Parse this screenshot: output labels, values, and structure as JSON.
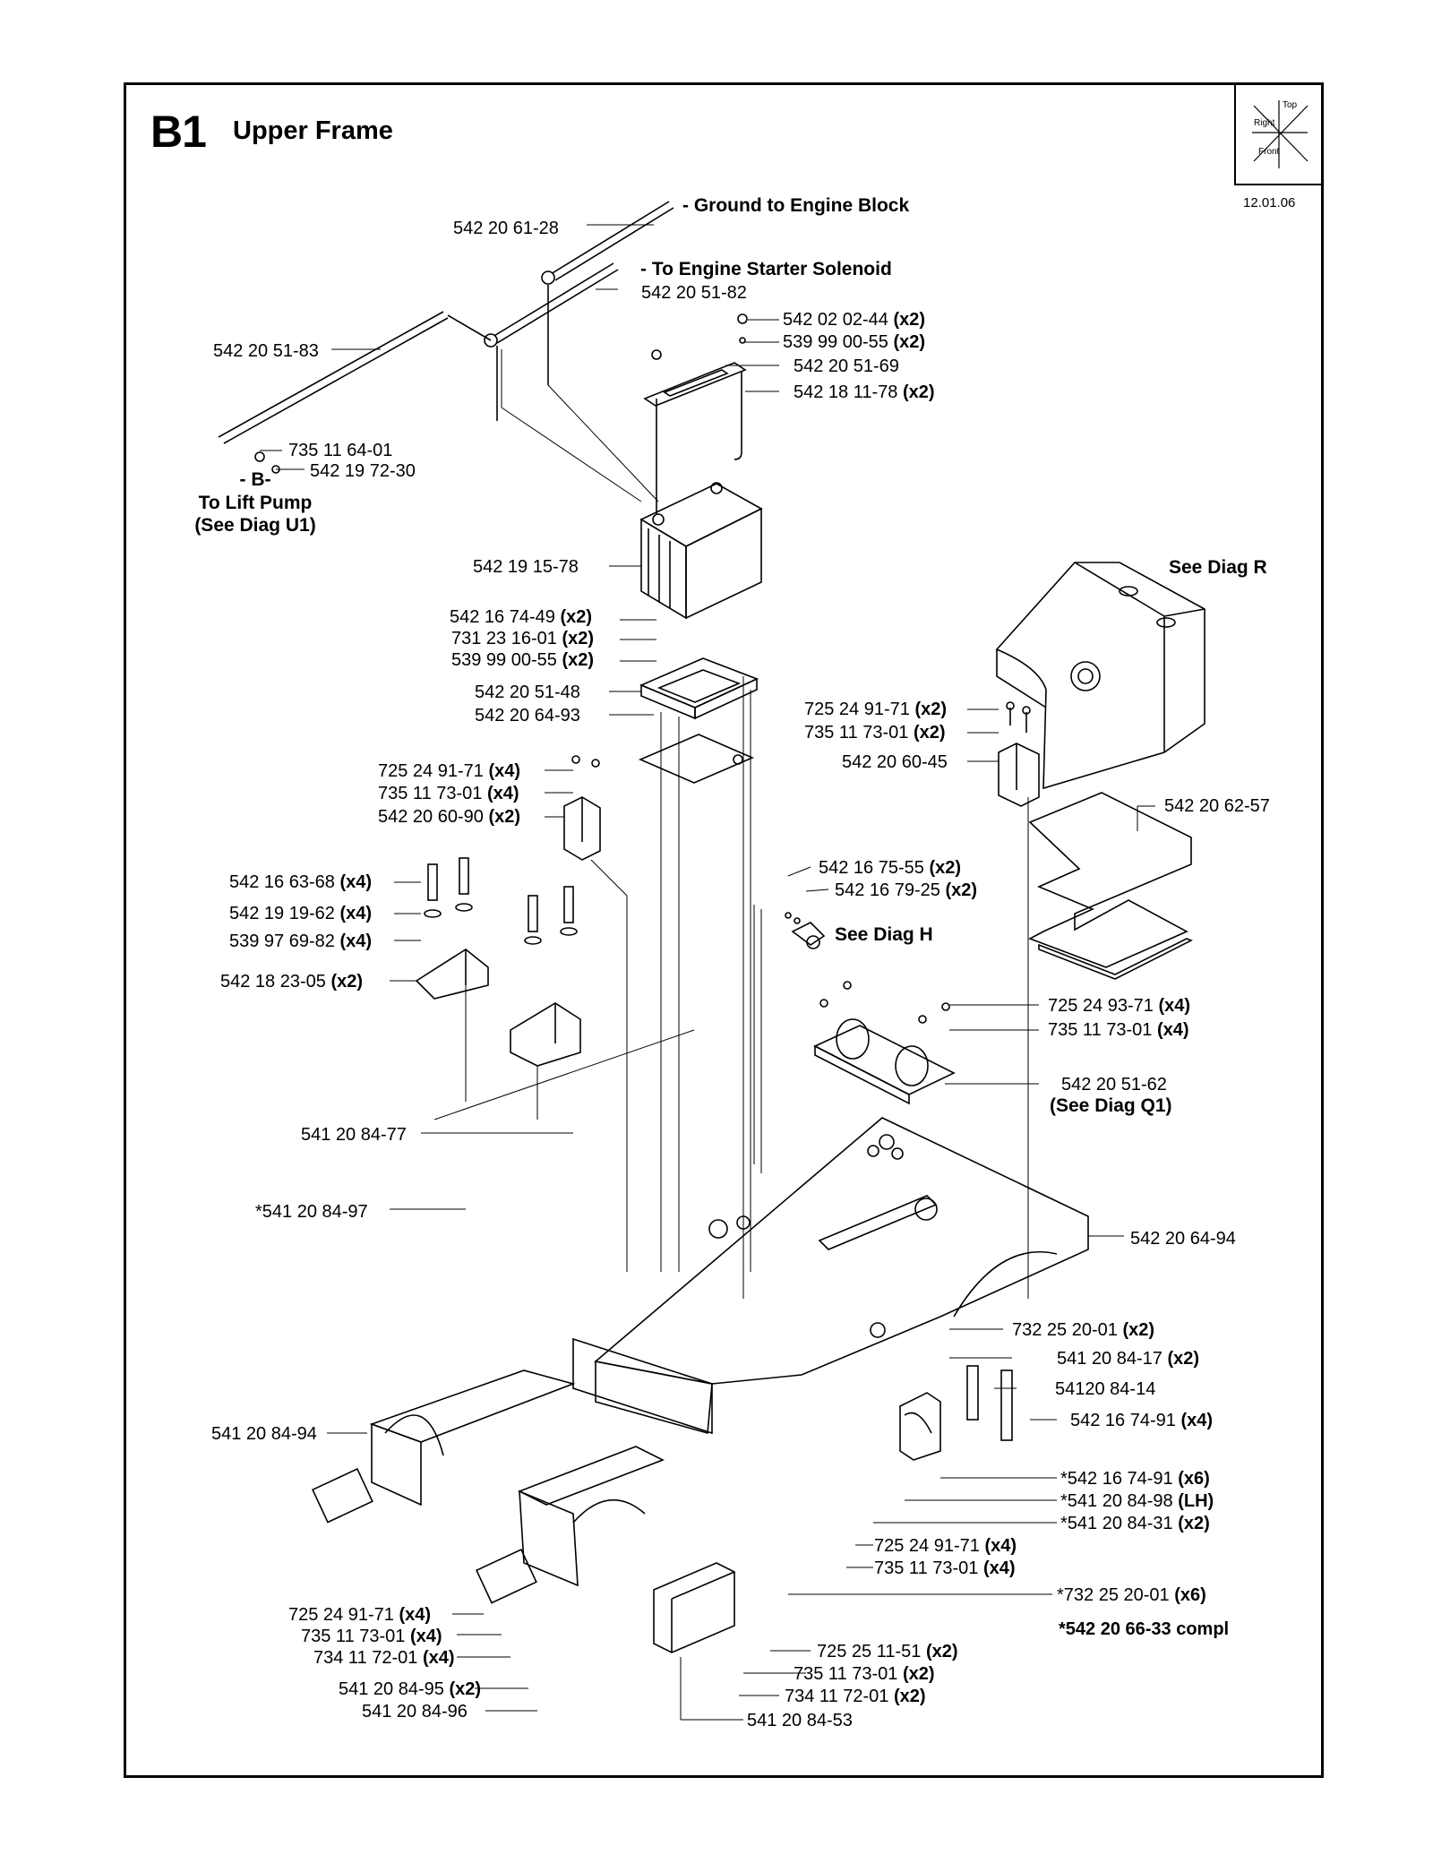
{
  "header": {
    "code": "B1",
    "title": "Upper Frame",
    "date": "12.01.06"
  },
  "orientation": {
    "top": "Top",
    "right": "Right",
    "front": "Front"
  },
  "callouts": {
    "ground_engine": "- Ground to Engine Block",
    "to_starter": "- To Engine Starter Solenoid",
    "b_marker": "- B-",
    "to_lift_pump": "To Lift Pump",
    "see_diag_u1": "(See Diag U1)",
    "see_diag_r": "See Diag R",
    "see_diag_h": "See Diag H",
    "see_diag_q1": "(See Diag Q1)",
    "compl_note": "*542 20 66-33 compl"
  },
  "labels": [
    {
      "part": "542 20 61-28",
      "qty": ""
    },
    {
      "part": "542 20 51-82",
      "qty": ""
    },
    {
      "part": "542 20 51-83",
      "qty": ""
    },
    {
      "part": "542 02 02-44",
      "qty": "(x2)"
    },
    {
      "part": "539 99 00-55",
      "qty": "(x2)"
    },
    {
      "part": "542 20 51-69",
      "qty": ""
    },
    {
      "part": "542 18 11-78",
      "qty": "(x2)"
    },
    {
      "part": "735 11 64-01",
      "qty": ""
    },
    {
      "part": "542 19 72-30",
      "qty": ""
    },
    {
      "part": "542 19 15-78",
      "qty": ""
    },
    {
      "part": "542 16 74-49",
      "qty": "(x2)"
    },
    {
      "part": "731 23 16-01",
      "qty": "(x2)"
    },
    {
      "part": "539 99 00-55",
      "qty": "(x2)"
    },
    {
      "part": "542 20 51-48",
      "qty": ""
    },
    {
      "part": "542 20 64-93",
      "qty": ""
    },
    {
      "part": "725 24 91-71",
      "qty": "(x2)"
    },
    {
      "part": "735 11 73-01",
      "qty": "(x2)"
    },
    {
      "part": "542 20 60-45",
      "qty": ""
    },
    {
      "part": "542 20 62-57",
      "qty": ""
    },
    {
      "part": "725 24 91-71",
      "qty": "(x4)"
    },
    {
      "part": "735 11 73-01",
      "qty": "(x4)"
    },
    {
      "part": "542 20 60-90",
      "qty": "(x2)"
    },
    {
      "part": "542 16 63-68",
      "qty": "(x4)"
    },
    {
      "part": "542 19 19-62",
      "qty": "(x4)"
    },
    {
      "part": "539 97 69-82",
      "qty": "(x4)"
    },
    {
      "part": "542 18 23-05",
      "qty": "(x2)"
    },
    {
      "part": "542 16 75-55",
      "qty": "(x2)"
    },
    {
      "part": "542 16 79-25",
      "qty": "(x2)"
    },
    {
      "part": "725 24 93-71",
      "qty": "(x4)"
    },
    {
      "part": "735 11 73-01",
      "qty": "(x4)"
    },
    {
      "part": "542 20 51-62",
      "qty": ""
    },
    {
      "part": "541 20 84-77",
      "qty": ""
    },
    {
      "part": "*541 20 84-97",
      "qty": ""
    },
    {
      "part": "542 20 64-94",
      "qty": ""
    },
    {
      "part": "732 25 20-01",
      "qty": "(x2)"
    },
    {
      "part": "541 20 84-17",
      "qty": "(x2)"
    },
    {
      "part": "54120 84-14",
      "qty": ""
    },
    {
      "part": "542 16 74-91",
      "qty": "(x4)"
    },
    {
      "part": "541 20 84-94",
      "qty": ""
    },
    {
      "part": "*542 16 74-91",
      "qty": "(x6)"
    },
    {
      "part": "*541 20 84-98",
      "qty": "(LH)"
    },
    {
      "part": "*541 20 84-31",
      "qty": "(x2)"
    },
    {
      "part": "725 24 91-71",
      "qty": "(x4)"
    },
    {
      "part": "735 11 73-01",
      "qty": "(x4)"
    },
    {
      "part": "*732 25 20-01",
      "qty": "(x6)"
    },
    {
      "part": "725 24 91-71",
      "qty": "(x4)"
    },
    {
      "part": "735 11 73-01",
      "qty": "(x4)"
    },
    {
      "part": "734 11 72-01",
      "qty": "(x4)"
    },
    {
      "part": "541 20 84-95",
      "qty": "(x2)"
    },
    {
      "part": "541 20 84-96",
      "qty": ""
    },
    {
      "part": "725 25 11-51",
      "qty": "(x2)"
    },
    {
      "part": "735 11 73-01",
      "qty": "(x2)"
    },
    {
      "part": "734 11 72-01",
      "qty": "(x2)"
    },
    {
      "part": "541 20 84-53",
      "qty": ""
    }
  ]
}
